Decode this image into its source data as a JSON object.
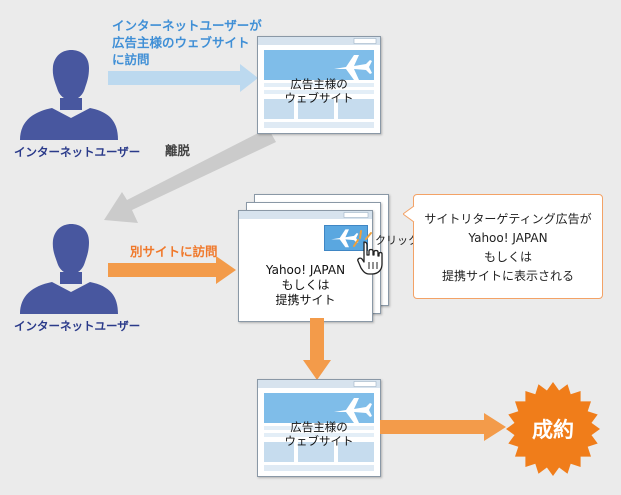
{
  "texts": {
    "visit_ad_site": "インターネットユーザーが\n広告主様のウェブサイト\nに訪問",
    "user_label_top": "インターネットユーザー",
    "user_label_bottom": "インターネットユーザー",
    "leave": "離脱",
    "visit_other_site": "別サイトに訪問",
    "ad_site_label_top_1": "広告主様の",
    "ad_site_label_top_2": "ウェブサイト",
    "ad_site_label_bottom_1": "広告主様の",
    "ad_site_label_bottom_2": "ウェブサイト",
    "partner_line_1": "Yahoo! JAPAN",
    "partner_line_2": "もしくは",
    "partner_line_3": "提携サイト",
    "click_label": "クリック",
    "callout_line_1": "サイトリターゲティング広告が",
    "callout_line_2": "Yahoo! JAPAN",
    "callout_line_3": "もしくは",
    "callout_line_4": "提携サイトに表示される",
    "conversion": "成約"
  },
  "colors": {
    "background": "#ebebeb",
    "user_silhouette": "#48579f",
    "blue_text": "#3f8fd6",
    "orange_accent": "#f39b4a",
    "gray_arrow": "#cbcbcb",
    "light_blue_arrow": "#bcd9ef",
    "starburst": "#f07d1a"
  },
  "icons": [
    "user-silhouette-icon",
    "airplane-icon",
    "hand-cursor-icon",
    "click-burst-icon",
    "starburst-icon"
  ]
}
